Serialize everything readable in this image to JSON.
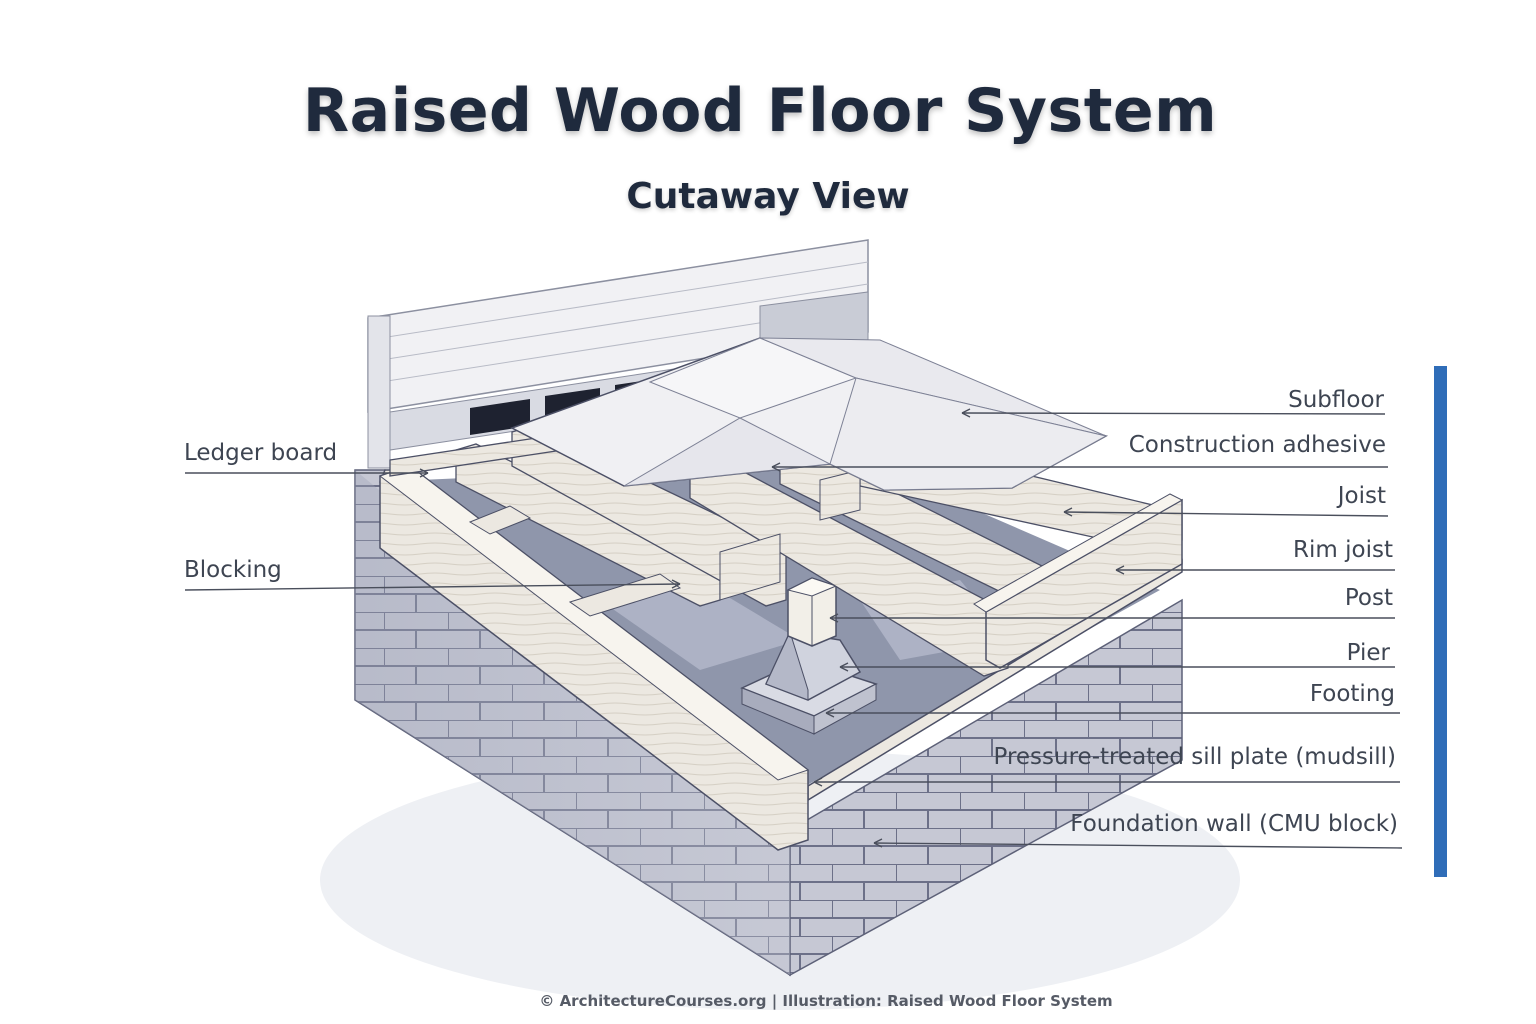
{
  "title": "Raised Wood Floor System",
  "subtitle": "Cutaway View",
  "footer": "© ArchitectureCourses.org | Illustration: Raised Wood Floor System",
  "labels": {
    "ledger": "Ledger board",
    "blocking": "Blocking",
    "subfloor": "Subfloor",
    "adhesive": "Construction adhesive",
    "joist": "Joist",
    "rim": "Rim joist",
    "post": "Post",
    "pier": "Pier",
    "footing": "Footing",
    "sill": "Pressure-treated sill plate (mudsill)",
    "foundation": "Foundation wall (CMU block)"
  },
  "colors": {
    "title": "#1f2a3d",
    "label": "#3e4552",
    "accent": "#2f6db8",
    "wood": "#ece8e1",
    "masonry": "#c4c6d2",
    "crawlspace": "#8f96ab"
  }
}
